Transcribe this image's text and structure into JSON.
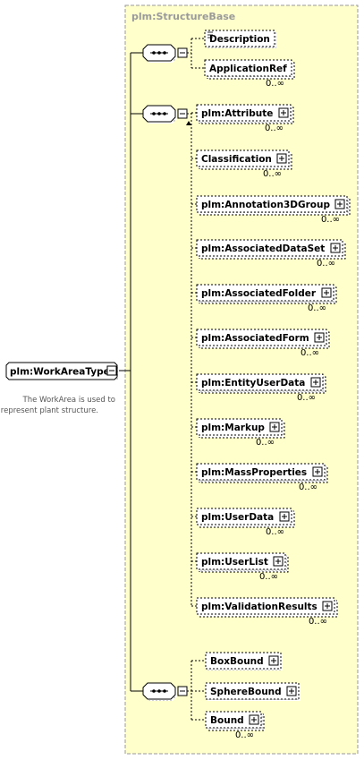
{
  "group": {
    "title": "plm:StructureBase"
  },
  "root": {
    "name": "plm:WorkAreaType",
    "documentation": [
      "The WorkArea is used to",
      "represent plant structure."
    ]
  },
  "sequence1": {
    "items": [
      {
        "label": "Description",
        "occurs": ""
      },
      {
        "label": "ApplicationRef",
        "occurs": "0..∞"
      }
    ]
  },
  "sequence2": {
    "items": [
      {
        "label": "plm:Attribute",
        "occurs": "0..∞"
      },
      {
        "label": "Classification",
        "occurs": "0..∞"
      },
      {
        "label": "plm:Annotation3DGroup",
        "occurs": "0..∞"
      },
      {
        "label": "plm:AssociatedDataSet",
        "occurs": "0..∞"
      },
      {
        "label": "plm:AssociatedFolder",
        "occurs": "0..∞"
      },
      {
        "label": "plm:AssociatedForm",
        "occurs": "0..∞"
      },
      {
        "label": "plm:EntityUserData",
        "occurs": "0..∞"
      },
      {
        "label": "plm:Markup",
        "occurs": "0..∞"
      },
      {
        "label": "plm:MassProperties",
        "occurs": "0..∞"
      },
      {
        "label": "plm:UserData",
        "occurs": "0..∞"
      },
      {
        "label": "plm:UserList",
        "occurs": "0..∞"
      },
      {
        "label": "plm:ValidationResults",
        "occurs": "0..∞"
      }
    ]
  },
  "sequence3": {
    "items": [
      {
        "label": "BoxBound",
        "occurs": ""
      },
      {
        "label": "SphereBound",
        "occurs": ""
      },
      {
        "label": "Bound",
        "occurs": "0..∞"
      }
    ]
  },
  "colors": {
    "group_fill": "#ffffcc",
    "group_border": "#999999",
    "line": "#000000"
  }
}
